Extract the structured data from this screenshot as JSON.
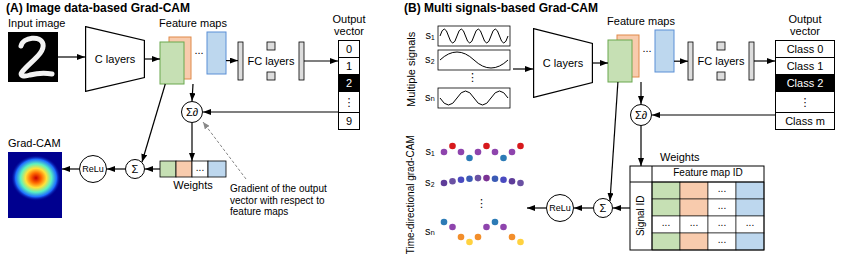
{
  "diagram": {
    "nodes": [
      {
        "text": [
          "Input image"
        ]
      },
      {
        "text": [
          "C layers"
        ]
      },
      {
        "text": [
          "Feature maps"
        ]
      },
      {
        "text": [
          "FC layers"
        ]
      },
      {
        "text": [
          "Output vector"
        ]
      },
      {
        "text": [
          "0"
        ],
        "in": 4
      },
      {
        "text": [
          "1"
        ],
        "in": 4
      },
      {
        "text": [
          "2"
        ],
        "in": 4
      },
      {
        "text": [
          "⋮"
        ],
        "in": 4
      },
      {
        "text": [
          "9"
        ],
        "in": 4
      },
      {
        "text": [
          "Σ∂"
        ]
      },
      {
        "text": [
          "Weights"
        ]
      },
      {
        "text": [
          "Σ"
        ]
      },
      {
        "text": [
          "ReLu"
        ]
      },
      {
        "text": [
          "Grad-CAM"
        ]
      },
      {
        "text": [
          "Multiple signals"
        ]
      },
      {
        "text": [
          "C layers"
        ]
      },
      {
        "text": [
          "Feature maps"
        ]
      },
      {
        "text": [
          "FC layers"
        ]
      },
      {
        "text": [
          "Output vector"
        ]
      },
      {
        "text": [
          "Class 0"
        ],
        "in": 19
      },
      {
        "text": [
          "Class 1"
        ],
        "in": 19
      },
      {
        "text": [
          "Class 2"
        ],
        "in": 19
      },
      {
        "text": [
          "⋮"
        ],
        "in": 19
      },
      {
        "text": [
          "Class m"
        ],
        "in": 19
      },
      {
        "text": [
          "Σ∂"
        ]
      },
      {
        "text": [
          "Weights"
        ]
      },
      {
        "text": [
          "Σ"
        ]
      },
      {
        "text": [
          "ReLu"
        ]
      },
      {
        "text": [
          "Time-directional grad-CAM"
        ]
      }
    ],
    "edges": [
      {
        "from": 0,
        "to": 1,
        "arrow": "to"
      },
      {
        "from": 1,
        "to": 2,
        "arrow": "to"
      },
      {
        "from": 2,
        "to": 3,
        "arrow": "to"
      },
      {
        "from": 3,
        "to": 4,
        "arrow": "to"
      },
      {
        "from": 2,
        "to": 10,
        "arrow": "to"
      },
      {
        "from": 4,
        "to": 10,
        "arrow": "to"
      },
      {
        "from": 10,
        "to": 11,
        "arrow": "to"
      },
      {
        "from": 11,
        "to": 12,
        "arrow": "to"
      },
      {
        "from": 2,
        "to": 12,
        "arrow": "to"
      },
      {
        "from": 12,
        "to": 13,
        "arrow": "to"
      },
      {
        "from": 13,
        "to": 14,
        "arrow": "to"
      },
      {
        "from": 15,
        "to": 16,
        "arrow": "to"
      },
      {
        "from": 16,
        "to": 17,
        "arrow": "to"
      },
      {
        "from": 17,
        "to": 18,
        "arrow": "to"
      },
      {
        "from": 18,
        "to": 19,
        "arrow": "to"
      },
      {
        "from": 17,
        "to": 25,
        "arrow": "to"
      },
      {
        "from": 19,
        "to": 25,
        "arrow": "to"
      },
      {
        "from": 25,
        "to": 26,
        "arrow": "to"
      },
      {
        "from": 26,
        "to": 27,
        "arrow": "to"
      },
      {
        "from": 17,
        "to": 27,
        "arrow": "to"
      },
      {
        "from": 27,
        "to": 28,
        "arrow": "to"
      },
      {
        "from": 28,
        "to": 29,
        "arrow": "to"
      }
    ],
    "labels": [
      "(A) Image data-based Grad-CAM",
      "...",
      "...",
      "Gradient of the output vector with respect to feature maps",
      "(B) Multi signals-based Grad-CAM",
      "s₁",
      "s₂",
      "⋮",
      "sₙ",
      "...",
      "Feature map ID",
      "Signal ID",
      "...",
      "...",
      "...",
      "...",
      "...",
      "...",
      "...",
      "s₁",
      "s₂",
      "⋮",
      "sₙ"
    ]
  }
}
